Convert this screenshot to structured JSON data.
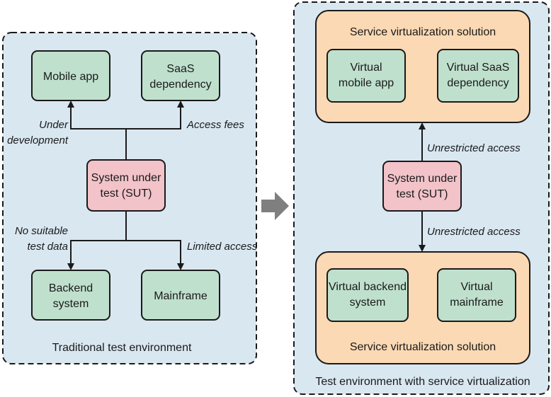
{
  "left_panel": {
    "caption": "Traditional test environment",
    "nodes": {
      "mobile_app": "Mobile app",
      "saas": [
        "SaaS",
        "dependency"
      ],
      "sut": [
        "System under",
        "test (SUT)"
      ],
      "backend": [
        "Backend",
        "system"
      ],
      "mainframe": "Mainframe"
    },
    "edge_labels": {
      "under_development": [
        "Under",
        "development"
      ],
      "access_fees": "Access fees",
      "no_suitable": [
        "No suitable",
        "test data"
      ],
      "limited_access": "Limited access"
    }
  },
  "right_panel": {
    "caption": "Test environment with service virtualization",
    "top_group_title": "Service virtualization solution",
    "bottom_group_title": "Service virtualization solution",
    "nodes": {
      "virtual_mobile": [
        "Virtual",
        "mobile app"
      ],
      "virtual_saas": [
        "Virtual SaaS",
        "dependency"
      ],
      "sut": [
        "System under",
        "test (SUT)"
      ],
      "virtual_backend": [
        "Virtual backend",
        "system"
      ],
      "virtual_mainframe": [
        "Virtual",
        "mainframe"
      ]
    },
    "edge_labels": {
      "unrestricted_top": "Unrestricted access",
      "unrestricted_bottom": "Unrestricted access"
    }
  },
  "colors": {
    "panel_bg": "#d9e7f1",
    "node_green": "#bfe0cd",
    "node_pink": "#f2c3c9",
    "group_orange": "#fbd9b4",
    "arrow_gray": "#7f7f7f",
    "line": "#1a1a1a"
  }
}
